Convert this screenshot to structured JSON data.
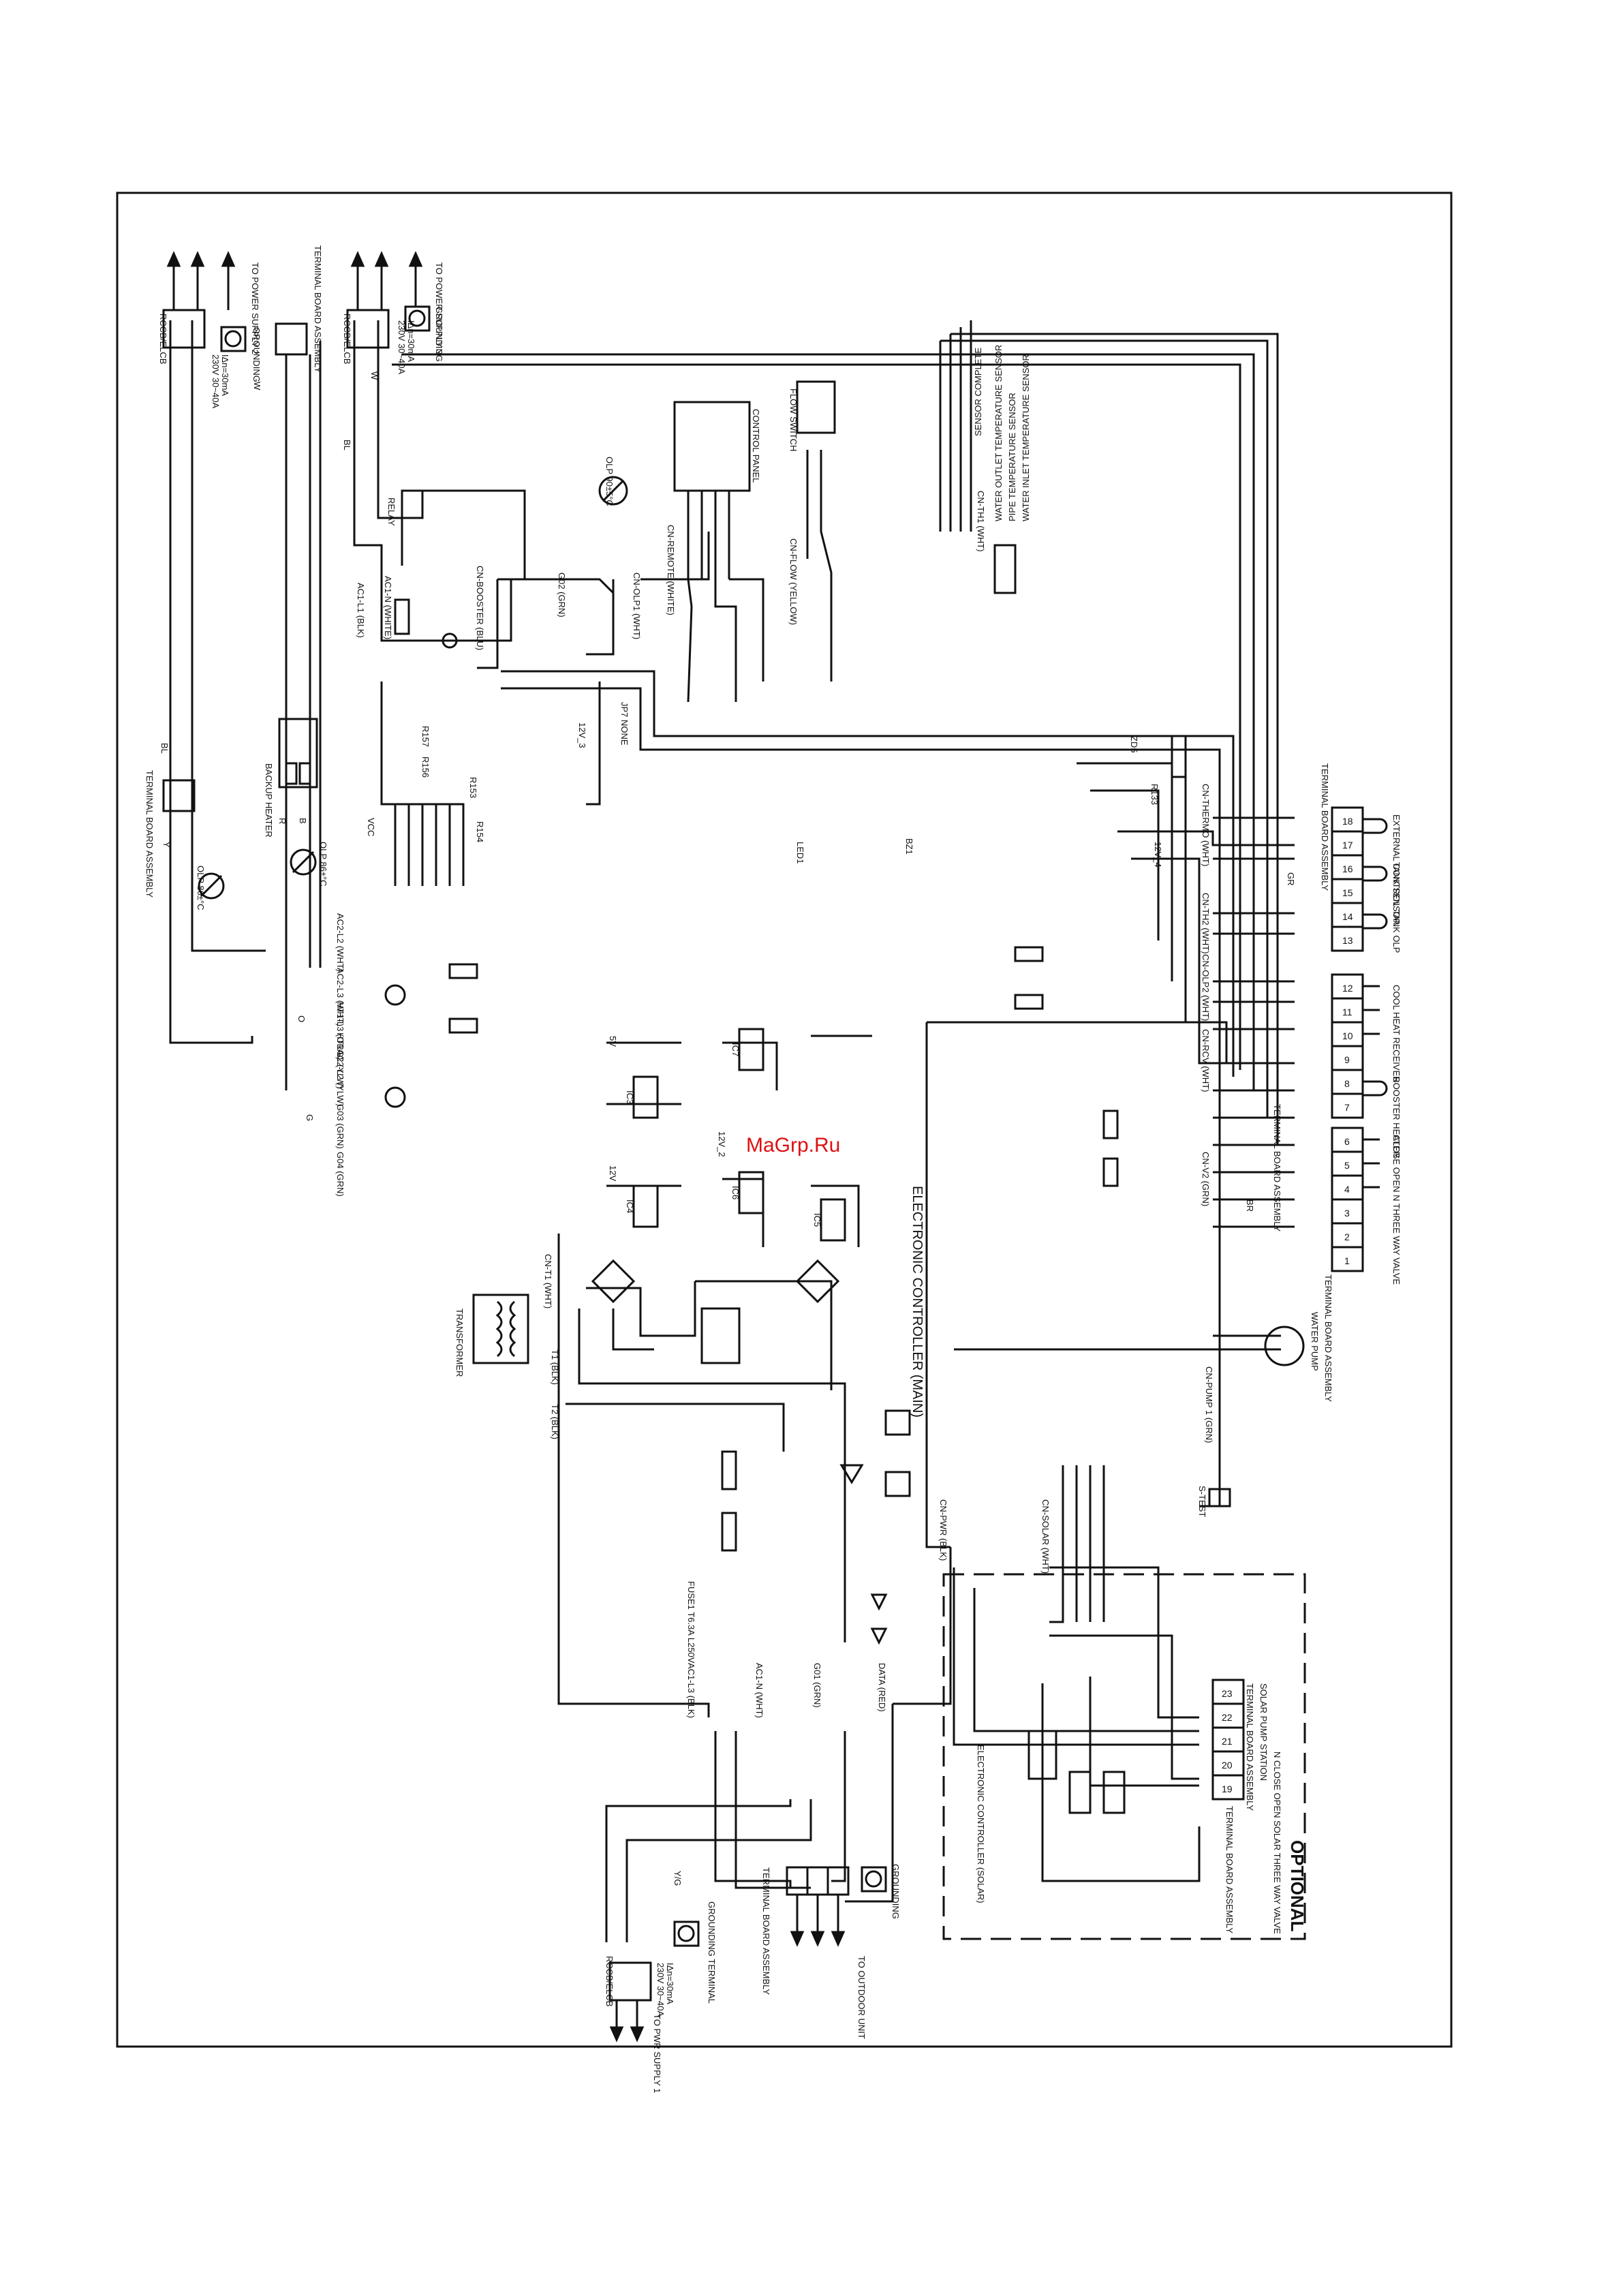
{
  "watermark": "MaGrp.Ru",
  "colors": {
    "line": "#111111",
    "watermark": "#d11a1a",
    "bg": "#ffffff"
  },
  "supply_labels": {
    "psu1": "TO PWR SUPPLY 1",
    "psu2": "TO POWER SUPPLY 2",
    "psu3": "TO POWER SUPPLY 3",
    "outdoor": "TO OUTDOOR UNIT"
  },
  "breakers": {
    "b1_title": "RCCB/ELCB",
    "b1_rating": "230V 30~40A",
    "b1_trip": "IΔn=30mA",
    "b2_title": "RCCB/ELCB",
    "b2_rating": "230V 30~40A",
    "b2_trip": "IΔn=30mA",
    "b3_title": "RCCB/ELCB",
    "b3_rating": "230V 30~40A",
    "b3_trip": "IΔn=30mA"
  },
  "grounding": {
    "g1": "GROUNDING",
    "g2": "GROUNDING",
    "g3": "GROUNDING TERMINAL",
    "g4": "GROUNDING"
  },
  "terminal_boards": {
    "tb_a": "TERMINAL BOARD ASSEMBLY",
    "tb_b": "TERMINAL BOARD ASSEMBLY",
    "tb_main": "TERMINAL BOARD ASSEMBLY",
    "tb_right_top": "TERMINAL BOARD ASSEMBLY",
    "tb_right_mid": "TERMINAL BOARD ASSEMBLY",
    "tb_right_bot": "TERMINAL BOARD ASSEMBLY",
    "tb_solar": "TERMINAL BOARD ASSEMBLY"
  },
  "components": {
    "relay": "RELAY",
    "ac1n": "AC1-N (WHITE)",
    "ac1l1": "AC1-L1 (BLK)",
    "cn_booster": "CN-BOOSTER (BLU)",
    "g02": "G02 (GRN)",
    "olp_top": "OLP 90±5°C",
    "cn_olp1": "CN-OLP1 (WHT)",
    "control_panel": "CONTROL PANEL",
    "cn_remote": "CN-REMOTE (WHITE)",
    "flow_switch": "FLOW SWITCH",
    "cn_flow": "CN-FLOW (YELLOW)",
    "sensor_complete": "SENSOR COMPLETE",
    "sensor_1": "WATER OUTLET TEMPERATURE SENSOR",
    "sensor_2": "PIPE TEMPERATURE SENSOR",
    "sensor_3": "WATER INLET TEMPERATURE SENSOR",
    "cn_th1": "CN-TH1 (WHT)",
    "backup_heater": "BACKUP HEATER",
    "olp_left": "OLP 86±°C",
    "olp_mid": "OLP 86±°C",
    "tb_b_lbl": "TERMINAL BOARD ASSEMBLY",
    "jp7": "JP7 NONE",
    "cn_thermo": "CN-THERMO (WHT)",
    "cn_th2": "CN-TH2 (WHT)",
    "cn_olp2": "CN-OLP2 (WHT)",
    "cn_rcv": "CN-RCV (WHT)",
    "cn_v2": "CN-V2 (GRN)",
    "cn_pump1": "CN-PUMP 1 (GRN)",
    "water_pump": "WATER PUMP",
    "s_test": "S-TEST",
    "cn_t1": "CN-T1 (WHT)",
    "transformer": "TRANSFORMER",
    "t1": "T1 (BLK)",
    "t2": "T2 (BLK)",
    "fuse": "FUSE1 T6.3A L250V",
    "ac1l3": "AC1-L3 (BLK)",
    "ac1n_b": "AC1-N (WHT)",
    "g01": "G01 (GRN)",
    "data": "DATA (RED)",
    "ec_main": "ELECTRONIC CONTROLLER (MAIN)",
    "ec_solar": "ELECTRONIC CONTROLLER (SOLAR)",
    "optional": "OPTIONAL",
    "cn_pwr": "CN-PWR (BLK)",
    "cn_solar": "CN-SOLAR (WHT)",
    "ac2_l2": "AC2-L2 (WHT)",
    "ac2_l3": "AC2-L3 (WHT)",
    "ht1_l3": "HT1-L3 (ORG)",
    "ht1_l2": "HT1-L2 (YLW)",
    "ac2_l2b": "AC2-L2 (YLW)",
    "g03": "G03 (GRN)",
    "g04": "G04 (GRN)",
    "led1": "LED1",
    "bz1": "BZ1",
    "zd5": "ZD5"
  },
  "right_terminals": {
    "t18": "18",
    "t17": "17",
    "t16": "16",
    "t15": "15",
    "t14": "14",
    "t13": "13",
    "t12": "12",
    "t11": "11",
    "t10": "10",
    "t9": "9",
    "t8": "8",
    "t7": "7",
    "t6": "6",
    "t5": "5",
    "t4": "4",
    "t3": "3",
    "t2": "2",
    "t1": "1",
    "ext_ctrl": "EXTERNAL CONTROL",
    "tank_sensor": "TANK SENSOR",
    "tank_olp": "TANK OLP",
    "cool_heat": "COOL HEAT RECEIVER",
    "booster_heater": "BOOSTER HEATER",
    "three_way": "CLOSE OPEN N THREE WAY VALVE",
    "s23": "23",
    "s22": "22",
    "s21": "21",
    "s20": "20",
    "s19": "19",
    "solar_pump": "SOLAR PUMP STATION",
    "solar_valve": "N CLOSE OPEN SOLAR THREE WAY VALVE",
    "solar_tb": "TERMINAL BOARD ASSEMBLY"
  },
  "ic_labels": {
    "ic3": "IC3",
    "ic4": "IC4",
    "ic5": "IC5",
    "ic6": "IC6",
    "ic7": "IC7",
    "v5": "5V",
    "v12": "12V",
    "v12_2": "12V_2",
    "v12_3": "12V_3",
    "v12_4": "12V_4",
    "vcc": "VCC",
    "r_top": "R133",
    "r153": "R153",
    "r154": "R154",
    "r156": "R156",
    "r157": "R157"
  },
  "wire_letters": {
    "bl": "BL",
    "w": "W",
    "r": "R",
    "b": "B",
    "y": "Y",
    "g": "G",
    "o": "O",
    "br": "BR",
    "gr": "GR",
    "yg": "Y/G"
  }
}
